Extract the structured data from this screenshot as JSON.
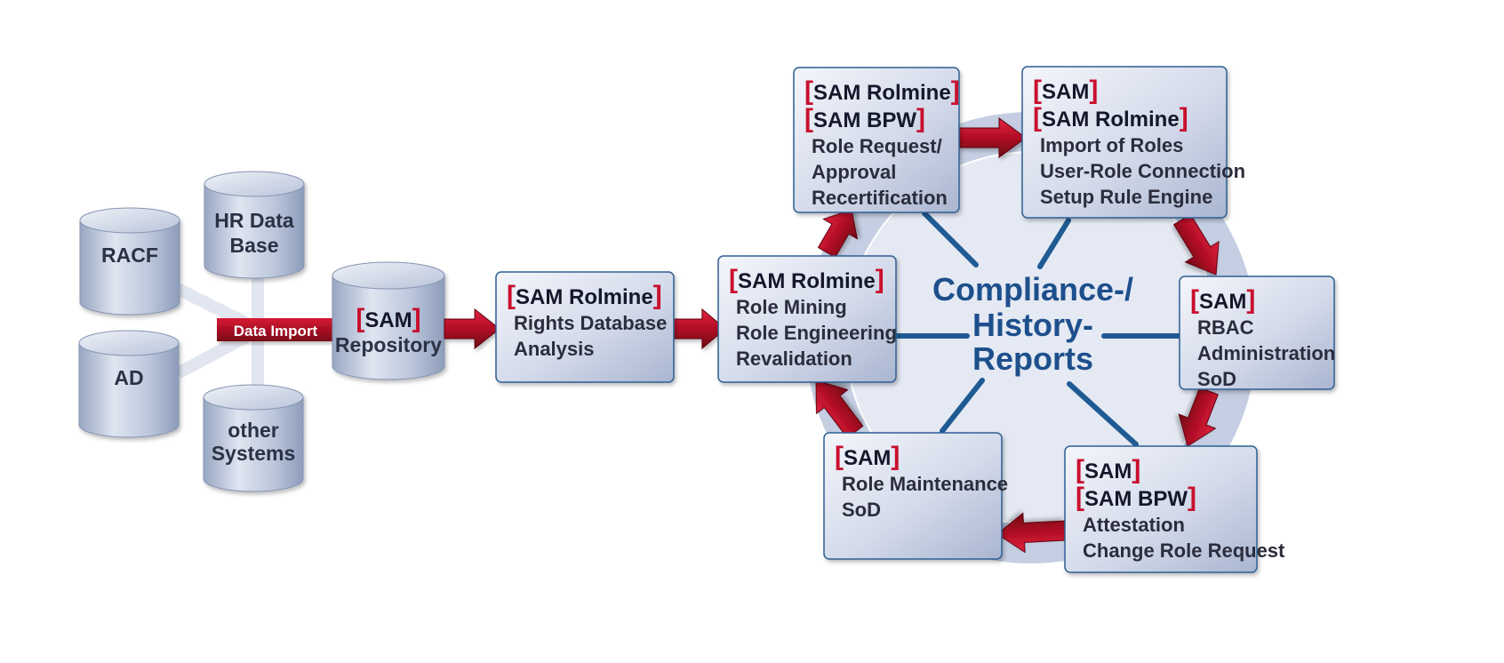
{
  "center": {
    "lines": [
      "Compliance-/",
      "History-",
      "Reports"
    ]
  },
  "sources": [
    {
      "id": "racf",
      "lines": [
        "RACF"
      ]
    },
    {
      "id": "hr",
      "lines": [
        "HR Data",
        "Base"
      ]
    },
    {
      "id": "ad",
      "lines": [
        "AD"
      ]
    },
    {
      "id": "other",
      "lines": [
        "other",
        "Systems"
      ]
    }
  ],
  "data_import_label": "Data Import",
  "repository": {
    "tag": "SAM",
    "label": "Repository"
  },
  "boxes": [
    {
      "id": "rights-analysis",
      "tags": [
        "SAM Rolmine"
      ],
      "lines": [
        "Rights Database",
        "Analysis"
      ]
    },
    {
      "id": "role-mining",
      "tags": [
        "SAM Rolmine"
      ],
      "lines": [
        "Role Mining",
        "Role Engineering",
        "Revalidation"
      ]
    },
    {
      "id": "role-request",
      "tags": [
        "SAM Rolmine",
        "SAM BPW"
      ],
      "lines": [
        "Role Request/",
        "Approval",
        "Recertification"
      ]
    },
    {
      "id": "import-roles",
      "tags": [
        "SAM",
        "SAM Rolmine"
      ],
      "lines": [
        "Import of Roles",
        "User-Role Connection",
        "Setup Rule Engine"
      ]
    },
    {
      "id": "rbac",
      "tags": [
        "SAM"
      ],
      "lines": [
        "RBAC",
        "Administration",
        "SoD"
      ]
    },
    {
      "id": "attestation",
      "tags": [
        "SAM",
        "SAM BPW"
      ],
      "lines": [
        "Attestation",
        "Change Role Request"
      ]
    },
    {
      "id": "role-maintenance",
      "tags": [
        "SAM"
      ],
      "lines": [
        "Role Maintenance",
        "SoD"
      ]
    }
  ],
  "colors": {
    "accent_red": "#c8102e",
    "ring": "#c5cee2",
    "center_text": "#1d4f8c",
    "box_border": "#2f5f93"
  }
}
